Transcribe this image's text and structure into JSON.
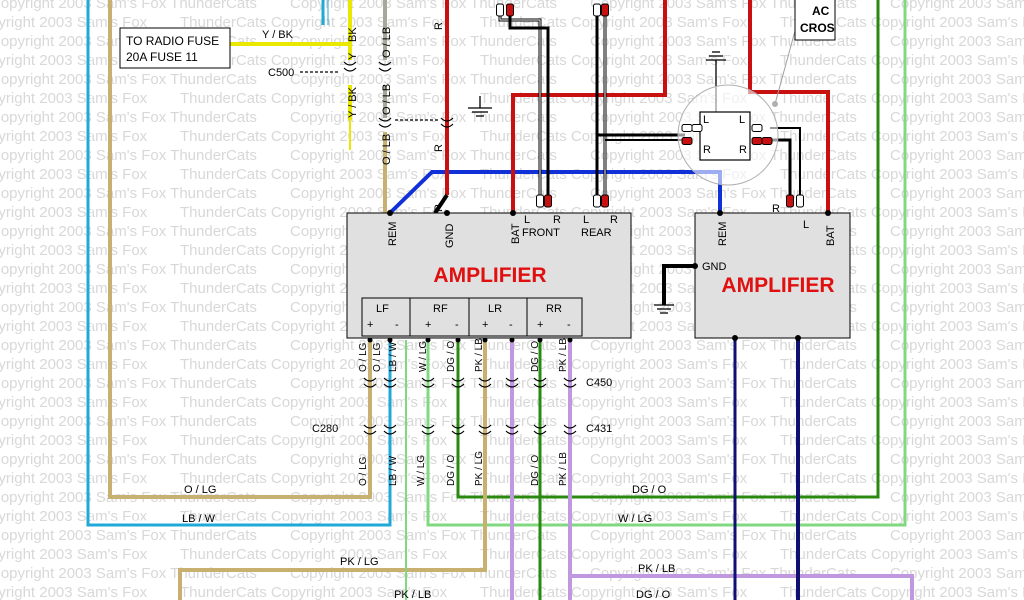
{
  "watermark": {
    "text_a": "Copyright 2003 Sam's Fox ThunderCats",
    "text_b": "ThunderCats  Copyright 2003 Sam's Fox"
  },
  "radio_fuse_box": {
    "line1": "TO RADIO FUSE",
    "line2": "20A FUSE 11"
  },
  "corner_box": {
    "line1": "AC",
    "line2": "CROS"
  },
  "connectors": {
    "c500": "C500",
    "c280": "C280",
    "c450": "C450",
    "c431": "C431"
  },
  "amp1": {
    "title": "AMPLIFIER",
    "terminals": {
      "rem": "REM",
      "gnd": "GND",
      "bat": "BAT"
    },
    "front": {
      "label": "FRONT",
      "l": "L",
      "r": "R"
    },
    "rear": {
      "label": "REAR",
      "l": "L",
      "r": "R"
    },
    "channels": [
      "LF",
      "RF",
      "LR",
      "RR"
    ],
    "plus": "+",
    "minus": "-"
  },
  "amp2": {
    "title": "AMPLIFIER",
    "terminals": {
      "rem": "REM",
      "gnd": "GND",
      "bat": "BAT"
    },
    "r": "R",
    "l": "L"
  },
  "splitter": {
    "l1": "L",
    "l2": "L",
    "r1": "R",
    "r2": "R"
  },
  "wire_labels": {
    "y_bk": "Y / BK",
    "bk": "BK",
    "y": "Y",
    "o_lb": "O / LB",
    "r": "R",
    "o_lg": "O / LG",
    "lb_w": "LB / W",
    "w_lg": "W / LG",
    "dg_o": "DG / O",
    "pk_lb": "PK / LB",
    "pk_lg": "PK / LG"
  },
  "colors": {
    "yellow": "#e8e800",
    "red": "#c81010",
    "blue": "#1030d8",
    "tan": "#c8b070",
    "cyan": "#20a8d8",
    "grey": "#a8a898",
    "light_green": "#80d880",
    "dark_green": "#2a8a10",
    "purple": "#c098e0",
    "navy": "#101070",
    "amp_fill": "#e0e0e0",
    "amp_text": "#e01010"
  }
}
